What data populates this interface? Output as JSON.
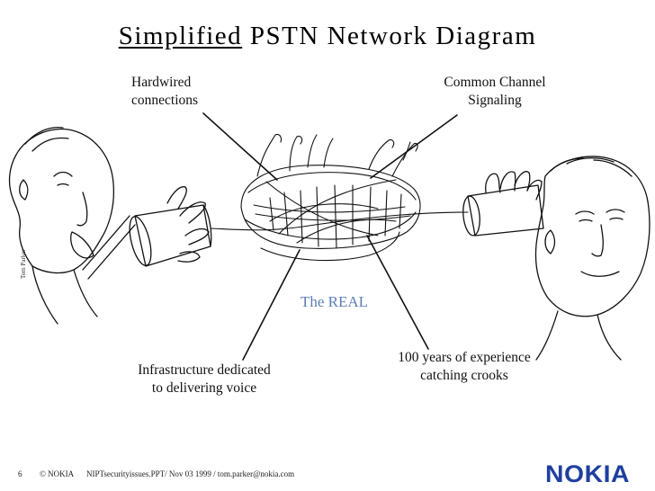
{
  "title": {
    "emphasis": "Simplified",
    "rest": "PSTN Network Diagram"
  },
  "labels": {
    "hardwired_line1": "Hardwired",
    "hardwired_line2": "connections",
    "ccs_line1": "Common Channel",
    "ccs_line2": "Signaling",
    "real": "The REAL",
    "experience_line1": "100 years of experience",
    "experience_line2": "catching crooks",
    "infra_line1": "Infrastructure dedicated",
    "infra_line2": "to delivering voice"
  },
  "artist_signature": "Tom Parker",
  "footer": {
    "page_number": "6",
    "copyright": "© NOKIA",
    "file_info": "NIPTsecurityissues.PPT/ Nov 03 1999 / tom.parker@nokia.com"
  },
  "logo": {
    "text": "NOKIA",
    "color": "#1f3fa0"
  },
  "colors": {
    "accent_blue": "#5b7fb6",
    "ink": "#000000"
  },
  "icons": [
    "left-person-illustration",
    "tin-can-icon",
    "tangled-wires-illustration",
    "right-person-illustration"
  ]
}
